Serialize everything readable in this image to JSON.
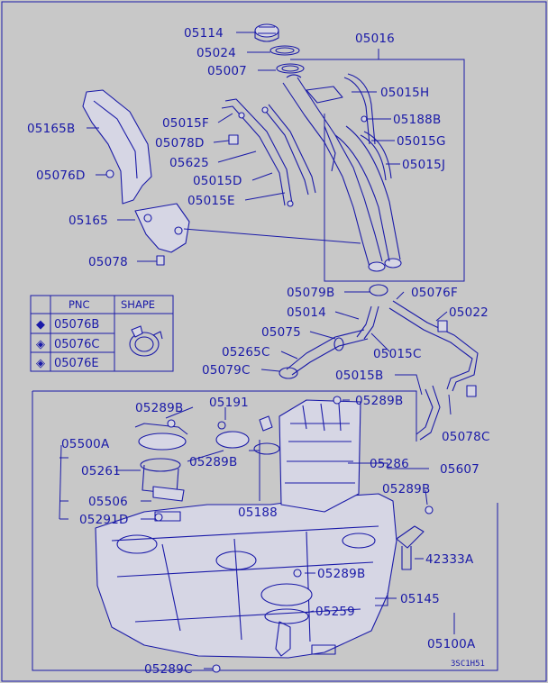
{
  "colors": {
    "background": "#c8c8c8",
    "ink": "#1a1aa8"
  },
  "callouts": {
    "c05114": "05114",
    "c05024": "05024",
    "c05007": "05007",
    "c05016": "05016",
    "c05015H": "05015H",
    "c05188B": "05188B",
    "c05015G": "05015G",
    "c05015J": "05015J",
    "c05165B": "05165B",
    "c05015F": "05015F",
    "c05078D": "05078D",
    "c05625": "05625",
    "c05015D": "05015D",
    "c05015E": "05015E",
    "c05076D": "05076D",
    "c05165": "05165",
    "c05078": "05078",
    "c05079B": "05079B",
    "c05076F": "05076F",
    "c05014": "05014",
    "c05022": "05022",
    "c05075": "05075",
    "c05265C": "05265C",
    "c05015C": "05015C",
    "c05079C": "05079C",
    "c05015B": "05015B",
    "c05289B_top": "05289B",
    "c05191": "05191",
    "c05289B_right": "05289B",
    "c05078C": "05078C",
    "c05500A": "05500A",
    "c05289B_mid": "05289B",
    "c05286": "05286",
    "c05607": "05607",
    "c05261": "05261",
    "c05289B_side": "05289B",
    "c05506": "05506",
    "c05188": "05188",
    "c05291D": "05291D",
    "c42333A": "42333A",
    "c05289B_low": "05289B",
    "c05145": "05145",
    "c05259": "05259",
    "c05100A": "05100A",
    "c05289C": "05289C"
  },
  "legend_table": {
    "header_pnc": "PNC",
    "header_shape": "SHAPE",
    "rows": [
      {
        "symbol": "◆",
        "pnc": "05076B"
      },
      {
        "symbol": "◈",
        "pnc": "05076C"
      },
      {
        "symbol": "◈",
        "pnc": "05076E"
      }
    ]
  },
  "drawing_code": "3SC1H51"
}
